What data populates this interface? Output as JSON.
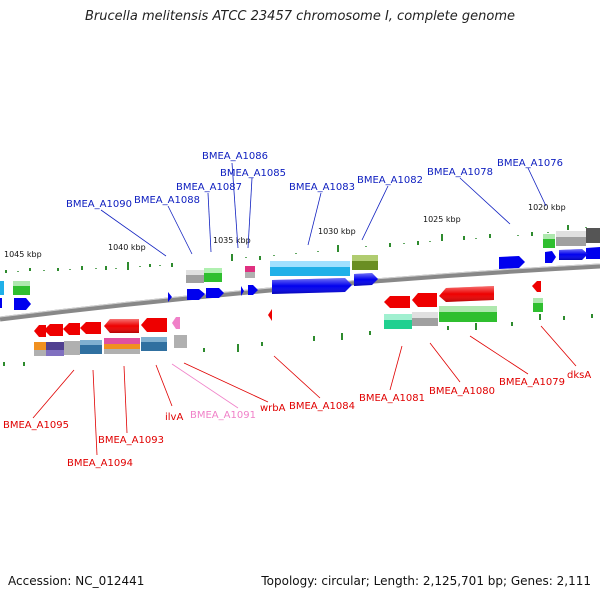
{
  "title": "Brucella melitensis ATCC 23457 chromosome I, complete genome",
  "footer": {
    "accession": "Accession: NC_012441",
    "summary": "Topology: circular; Length: 2,125,701 bp; Genes: 2,111"
  },
  "kbp_labels": [
    "1045 kbp",
    "1040 kbp",
    "1035 kbp",
    "1030 kbp",
    "1025 kbp",
    "1020 kbp"
  ],
  "genes_top": [
    "BMEA_A1086",
    "BMEA_A1085",
    "BMEA_A1087",
    "BMEA_A1083",
    "BMEA_A1082",
    "BMEA_A1078",
    "BMEA_A1076",
    "BMEA_A1090",
    "BMEA_A1088"
  ],
  "genes_bottom": [
    "BMEA_A1095",
    "BMEA_A1094",
    "BMEA_A1093",
    "ilvA",
    "BMEA_A1091",
    "wrbA",
    "BMEA_A1084",
    "BMEA_A1081",
    "BMEA_A1080",
    "BMEA_A1079",
    "dksA"
  ],
  "colors": {
    "forward": "#0000ee",
    "reverse": "#ee0000",
    "rna": "#f080c8",
    "backbone": "#888888"
  }
}
